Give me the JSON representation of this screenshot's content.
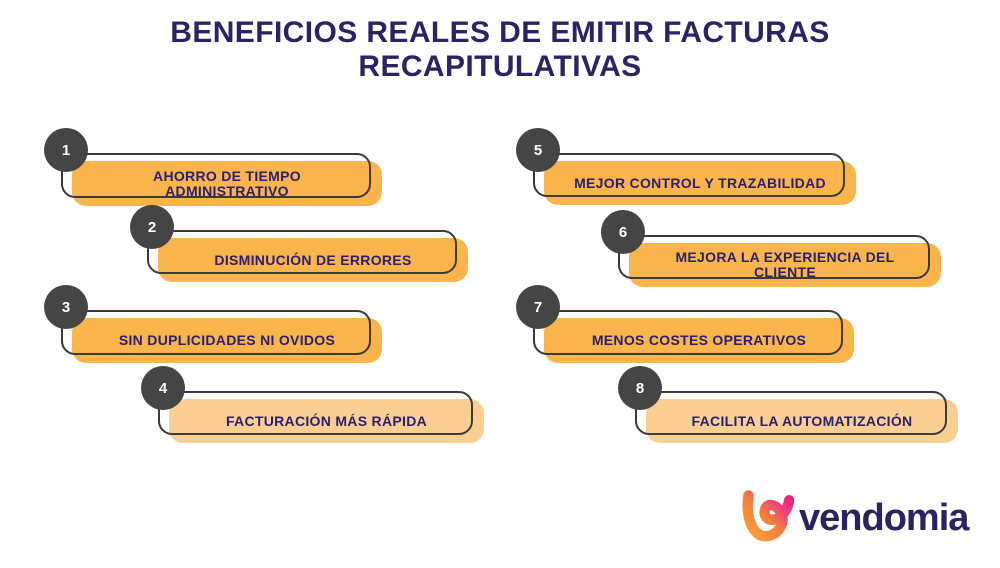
{
  "title": {
    "line1": "BENEFICIOS REALES DE EMITIR FACTURAS",
    "line2": "RECAPITULATIVAS"
  },
  "items": [
    {
      "number": "1",
      "label": "AHORRO DE TIEMPO ADMINISTRATIVO"
    },
    {
      "number": "2",
      "label": "DISMINUCIÓN DE ERRORES"
    },
    {
      "number": "3",
      "label": "SIN DUPLICIDADES NI OVIDOS"
    },
    {
      "number": "4",
      "label": "FACTURACIÓN MÁS RÁPIDA"
    },
    {
      "number": "5",
      "label": "MEJOR CONTROL Y TRAZABILIDAD"
    },
    {
      "number": "6",
      "label": "MEJORA LA EXPERIENCIA DEL CLIENTE"
    },
    {
      "number": "7",
      "label": "MENOS COSTES OPERATIVOS"
    },
    {
      "number": "8",
      "label": "FACILITA LA AUTOMATIZACIÓN"
    }
  ],
  "logo": {
    "brand": "vendomia"
  },
  "colors": {
    "background": "#FFFFFF",
    "pill_orange": "#F9B44C",
    "pill_orange_light": "#FBCE92",
    "pill_outline": "#3A3A3A",
    "badge_gray": "#454545",
    "badge_text": "#FFFFFF",
    "title_text": "#2B2366",
    "pill_text": "#2B2070",
    "logo_navy": "#2B2163",
    "logo_gradient_start": "#F9A13B",
    "logo_gradient_end": "#EC1E79"
  }
}
